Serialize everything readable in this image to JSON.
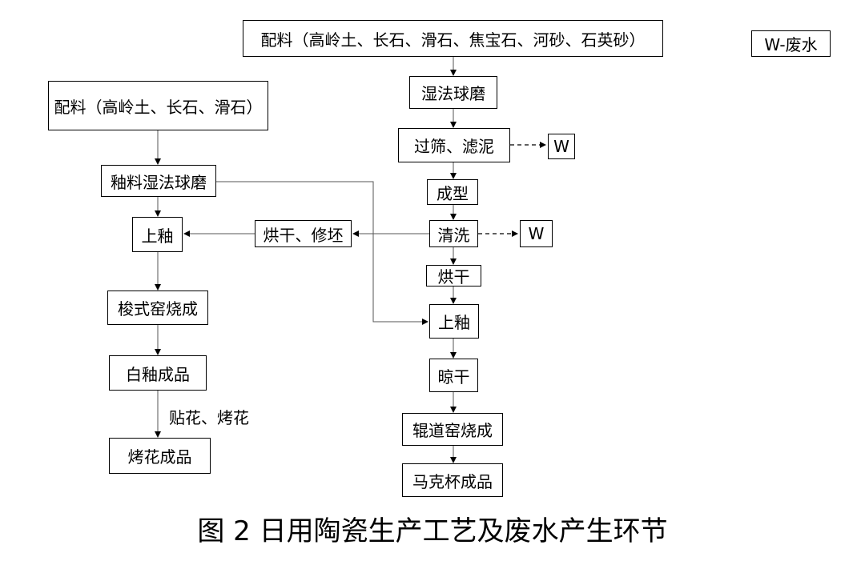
{
  "legend": "W-废水",
  "caption": "图 2 日用陶瓷生产工艺及废水产生环节",
  "right_flow": {
    "material": "配料（高岭土、长石、滑石、焦宝石、河砂、石英砂）",
    "wet_milling": "湿法球磨",
    "sieving": "过筛、滤泥",
    "forming": "成型",
    "washing": "清洗",
    "drying": "烘干",
    "glazing": "上釉",
    "air_drying": "晾干",
    "kiln_firing": "辊道窑烧成",
    "product": "马克杯成品"
  },
  "left_flow": {
    "material": "配料（高岭土、长石、滑石）",
    "glaze_milling": "釉料湿法球磨",
    "glazing": "上釉",
    "kiln_firing": "梭式窑烧成",
    "product_white": "白釉成品",
    "decal_label": "贴花、烤花",
    "product_decal": "烤花成品"
  },
  "middle": {
    "dry_trim": "烘干、修坯"
  },
  "waste": {
    "sieving_w": "W",
    "washing_w": "W"
  }
}
